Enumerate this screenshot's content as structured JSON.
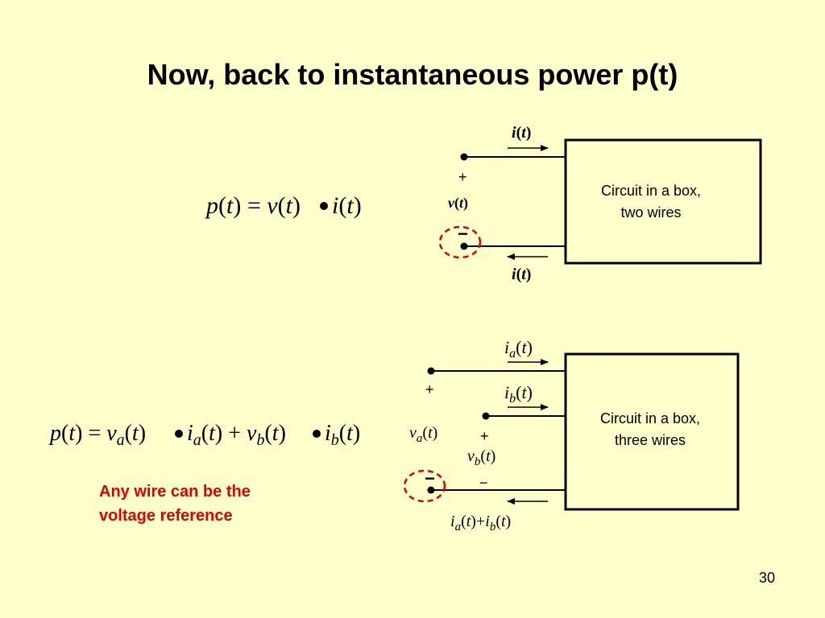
{
  "slide": {
    "title": "Now, back to instantaneous power p(t)",
    "page_number": "30",
    "note_line1": "Any wire can be the",
    "note_line2": "voltage reference"
  },
  "box1": {
    "label_line1": "Circuit in a box,",
    "label_line2": "two wires"
  },
  "box2": {
    "label_line1": "Circuit in a box,",
    "label_line2": "three wires"
  },
  "symbols": {
    "plus": "+",
    "minus": "−"
  }
}
